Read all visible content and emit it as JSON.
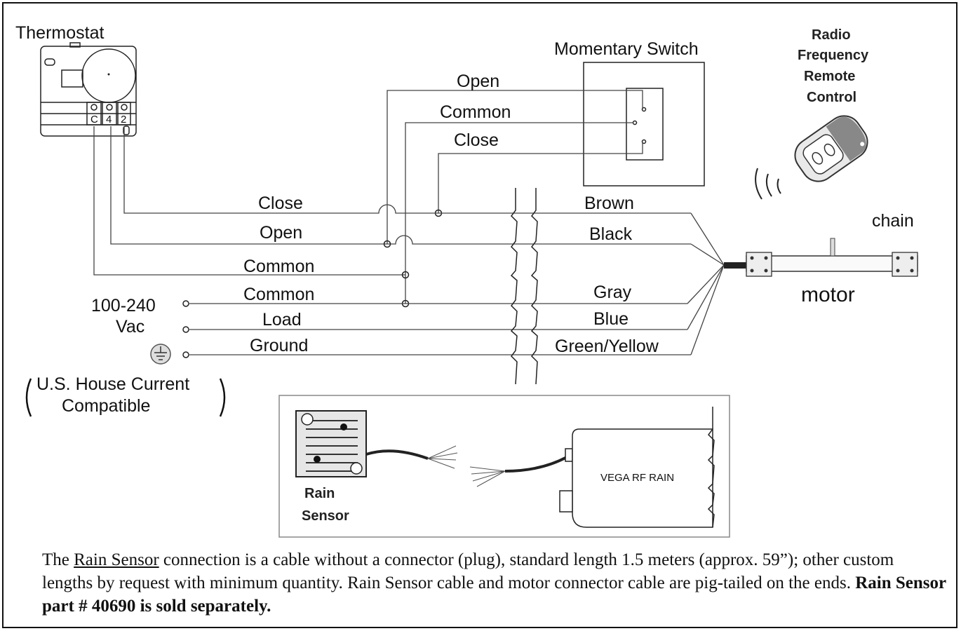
{
  "thermostat": {
    "title": "Thermostat",
    "terminals": [
      "C",
      "4",
      "2"
    ]
  },
  "momentary_switch": {
    "title": "Momentary Switch",
    "wires": [
      "Open",
      "Common",
      "Close"
    ]
  },
  "remote": {
    "title_lines": [
      "Radio",
      "Frequency",
      "Remote",
      "Control"
    ]
  },
  "left_wires": [
    "Close",
    "Open",
    "Common",
    "Common",
    "Load",
    "Ground"
  ],
  "right_wires": [
    "Brown",
    "Black",
    "Gray",
    "Blue",
    "Green/Yellow"
  ],
  "power": {
    "voltage_line1": "100-240",
    "voltage_line2": "Vac",
    "note_line1": "U.S. House Current",
    "note_line2": "Compatible"
  },
  "motor": {
    "label": "motor",
    "chain_label": "chain"
  },
  "rain_inset": {
    "sensor_line1": "Rain",
    "sensor_line2": "Sensor",
    "unit_label": "VEGA RF RAIN"
  },
  "caption": {
    "part1": "The ",
    "rain_sensor": "Rain Sensor",
    "part2": " connection is a cable without a connector (plug), standard length 1.5 meters (approx. 59”); other custom lengths by request with minimum quantity. Rain Sensor cable and motor connector cable are pig-tailed on the ends. ",
    "bold": "Rain Sensor part # 40690 is sold separately."
  }
}
